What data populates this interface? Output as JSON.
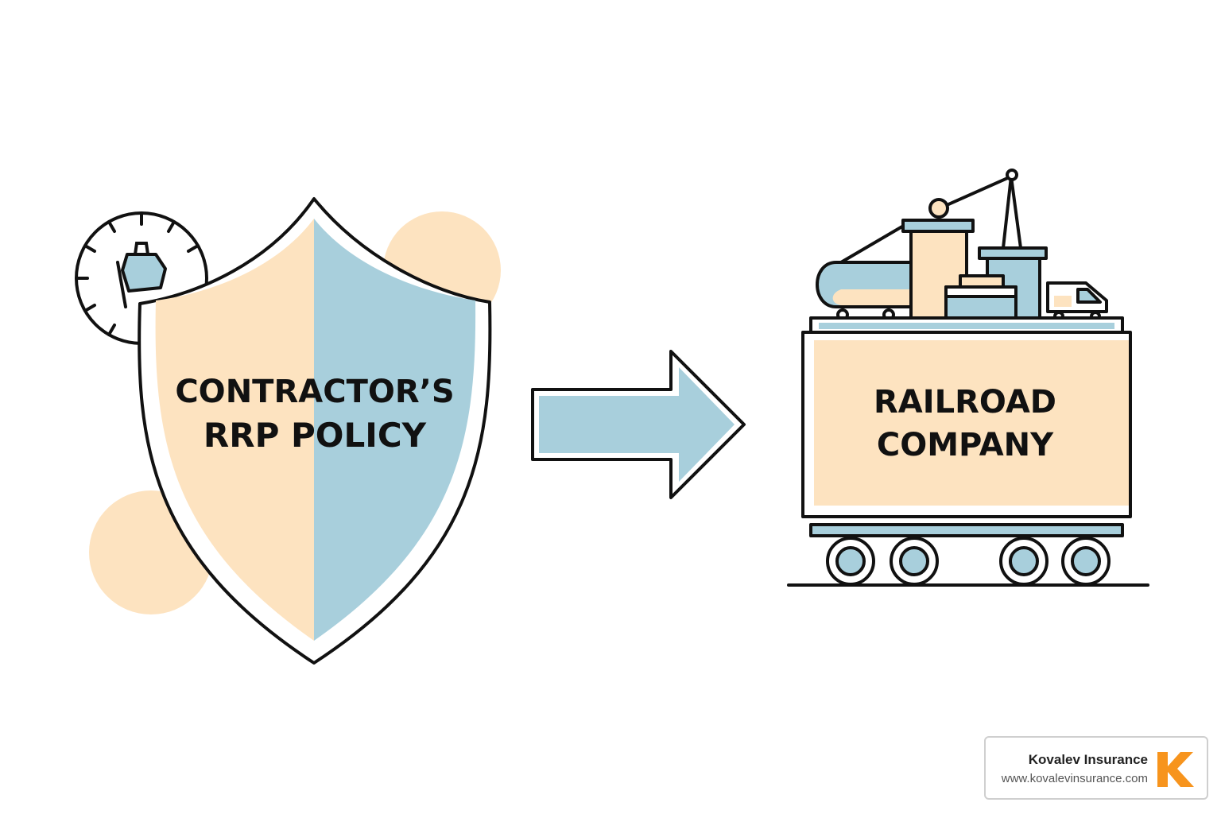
{
  "shield": {
    "line1": "CONTRACTOR’S",
    "line2": "RRP POLICY"
  },
  "railcar": {
    "line1": "RAILROAD",
    "line2": "COMPANY"
  },
  "branding": {
    "name": "Kovalev Insurance",
    "url": "www.kovalevinsurance.com",
    "logo_letter": "K"
  },
  "icons": [
    "stopwatch-icon",
    "shield-icon",
    "arrow-right-icon",
    "railcar-icon",
    "crane-icon",
    "truck-icon",
    "tanker-icon",
    "logo-k-icon"
  ],
  "colors": {
    "peach": "#fde3c0",
    "blue": "#a8cfdc",
    "outline": "#111111",
    "logo_orange": "#f7941d"
  }
}
